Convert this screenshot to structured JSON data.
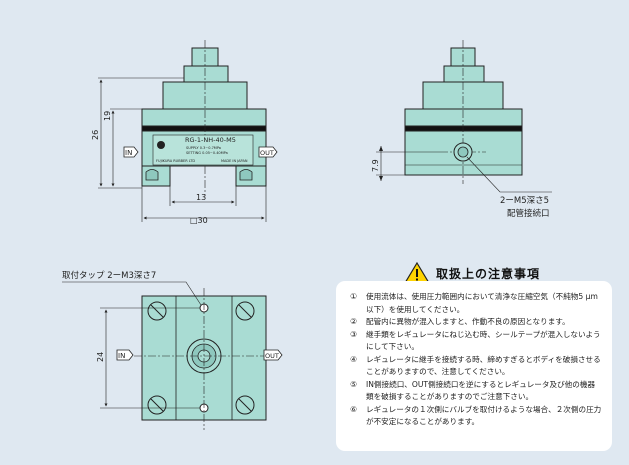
{
  "front_view": {
    "dim_overall_height": "26",
    "dim_body_height": "19",
    "dim_foot_spacing": "13",
    "dim_width": "□30",
    "port_in": "IN",
    "port_out": "OUT",
    "plate_line1": "RG-1-NH-40-M5",
    "plate_line2": "SUPPLY 0.3~0.7MPa",
    "plate_line3": "SETTING 0.05~0.40MPa",
    "plate_line4": "FUJIKURA RUBBER LTD",
    "plate_line5": "MADE IN JAPAN"
  },
  "side_view": {
    "dim_port_height": "7.9",
    "port_note_line1": "2ーM5深さ5",
    "port_note_line2": "配管接続口"
  },
  "top_view": {
    "mount_tap_note": "取付タップ 2ーM3深さ7",
    "dim_hole_spacing": "24",
    "port_in": "IN",
    "port_out": "OUT"
  },
  "notice": {
    "title": "取扱上の注意事項",
    "items": [
      {
        "num": "①",
        "text": "使用流体は、使用圧力範囲内において清浄な圧縮空気（不純物5 μm以下）を使用してください。"
      },
      {
        "num": "②",
        "text": "配管内に異物が混入しますと、作動不良の原因となります。"
      },
      {
        "num": "③",
        "text": "継手類をレギュレータにねじ込む時、シールテープが混入しないようにして下さい。"
      },
      {
        "num": "④",
        "text": "レギュレータに継手を接続する時、締めすぎるとボディを破損させることがありますので、注意してください。"
      },
      {
        "num": "⑤",
        "text": "IN側接続口、OUT側接続口を逆にするとレギュレータ及び他の機器類を破損することがありますのでご注意下さい。"
      },
      {
        "num": "⑥",
        "text": "レギュレータの１次側にバルブを取付けるような場合、２次側の圧力が不安定になることがあります。"
      }
    ]
  }
}
